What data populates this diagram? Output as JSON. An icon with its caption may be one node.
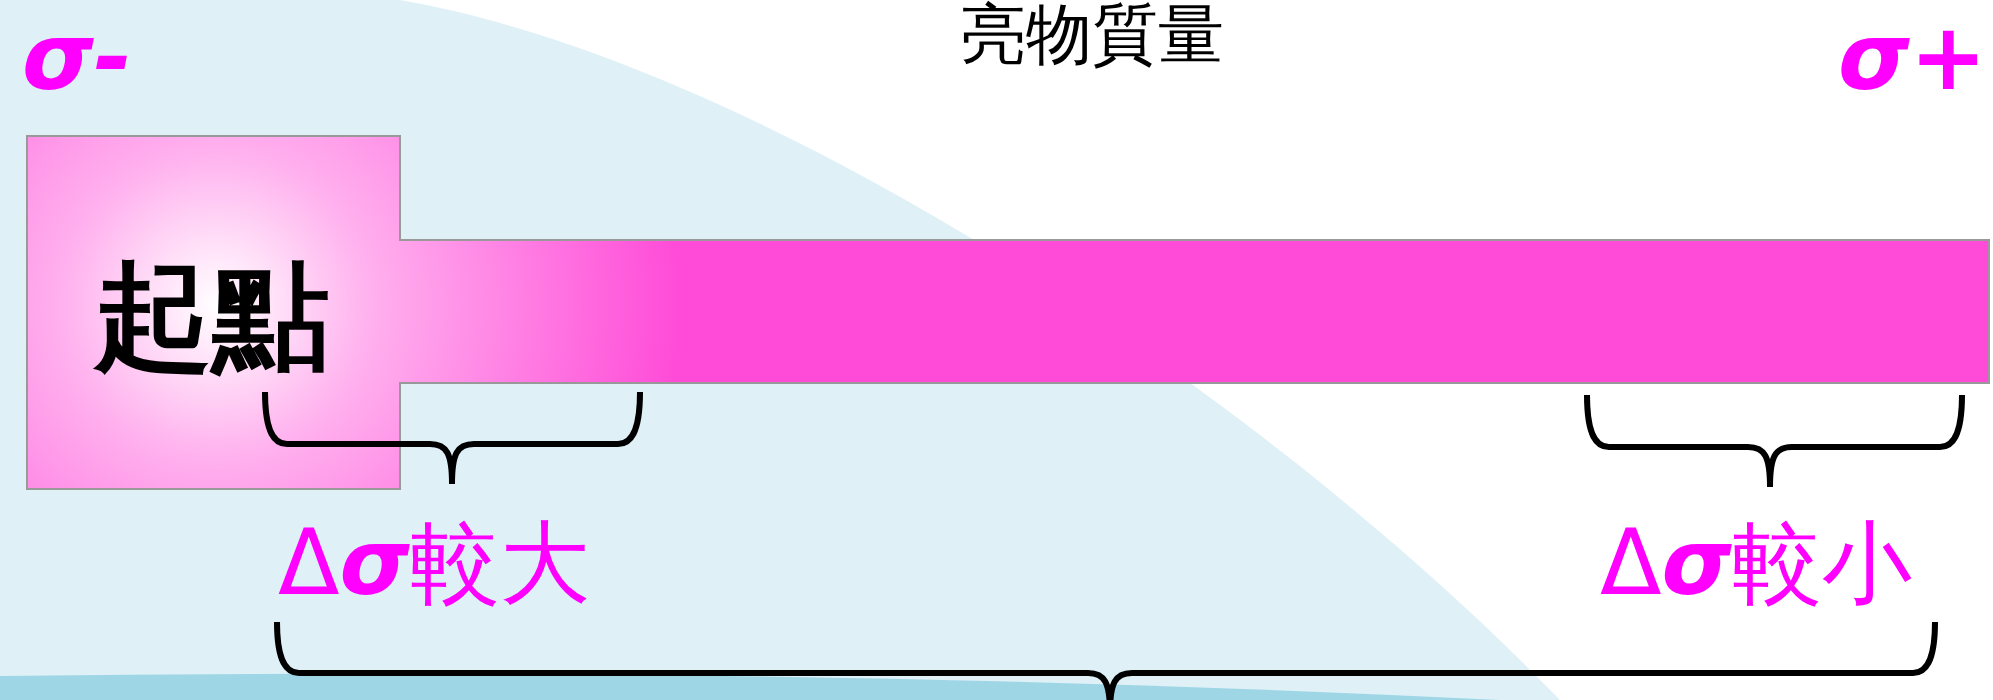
{
  "diagram": {
    "title": "亮物質量",
    "nodes": [
      {
        "text": [
          "起點"
        ]
      }
    ],
    "labels": [
      "σ-",
      "σ+",
      "Δ**σ**較大",
      "Δ**σ**較小"
    ]
  }
}
